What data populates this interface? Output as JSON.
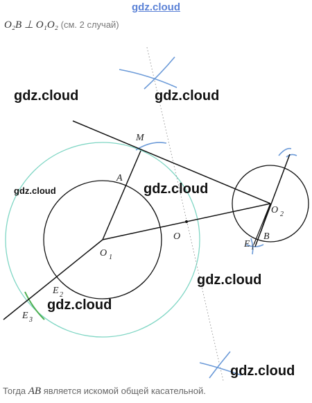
{
  "header_watermark": "gdz.cloud",
  "condition": {
    "formula": "O₂B ⊥ O₁O₂",
    "note": "(см. 2 случай)"
  },
  "labels": {
    "M": "M",
    "A": "A",
    "O1": "O",
    "O1_sub": "1",
    "O": "O",
    "O2": "O",
    "O2_sub": "2",
    "E1": "E",
    "E1_sub": "1",
    "B": "B",
    "E2": "E",
    "E2_sub": "2",
    "E3": "E",
    "E3_sub": "3"
  },
  "watermarks": {
    "wm1": "gdz.cloud",
    "wm2": "gdz.cloud",
    "wm3": "gdz.cloud",
    "wm4": "gdz.cloud",
    "wm5": "gdz.cloud",
    "wm6": "gdz.cloud",
    "wm7": "gdz.cloud",
    "wm8": "gdz.cloud"
  },
  "footer": {
    "prefix": "Тогда",
    "math": "AB",
    "suffix": "является искомой общей касательной."
  }
}
